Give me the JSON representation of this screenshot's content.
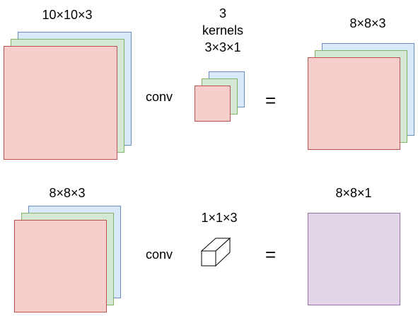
{
  "top_row": {
    "input_label": "10×10×3",
    "op_label": "conv",
    "kernel_count": "3",
    "kernel_word": "kernels",
    "kernel_size": "3×3×1",
    "equals": "=",
    "output_label": "8×8×3"
  },
  "bottom_row": {
    "input_label": "8×8×3",
    "op_label": "conv",
    "kernel_size": "1×1×3",
    "equals": "=",
    "output_label": "8×8×1"
  },
  "colors": {
    "blue_fill": "#dae8fc",
    "green_fill": "#d5e8d4",
    "red_fill": "#f8cecc",
    "purple_fill": "#e1d5e7"
  }
}
